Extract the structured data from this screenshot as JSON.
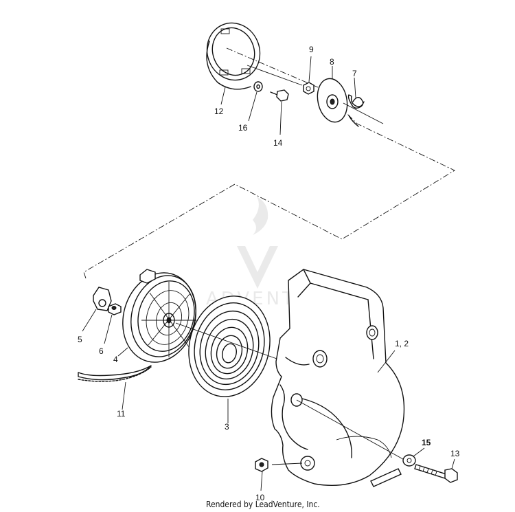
{
  "callouts": {
    "c9": "9",
    "c8": "8",
    "c7": "7",
    "c12": "12",
    "c16": "16",
    "c14": "14",
    "c5": "5",
    "c6": "6",
    "c4": "4",
    "c1_2": "1, 2",
    "c11": "11",
    "c3": "3",
    "c15": "15",
    "c13": "13",
    "c10": "10"
  },
  "watermark": {
    "text": "ADVENTURE"
  },
  "footer": {
    "credit": "Rendered by LeadVenture, Inc."
  },
  "colors": {
    "ink": "#111111",
    "watermark": "#d8d8d8",
    "background": "#ffffff"
  }
}
